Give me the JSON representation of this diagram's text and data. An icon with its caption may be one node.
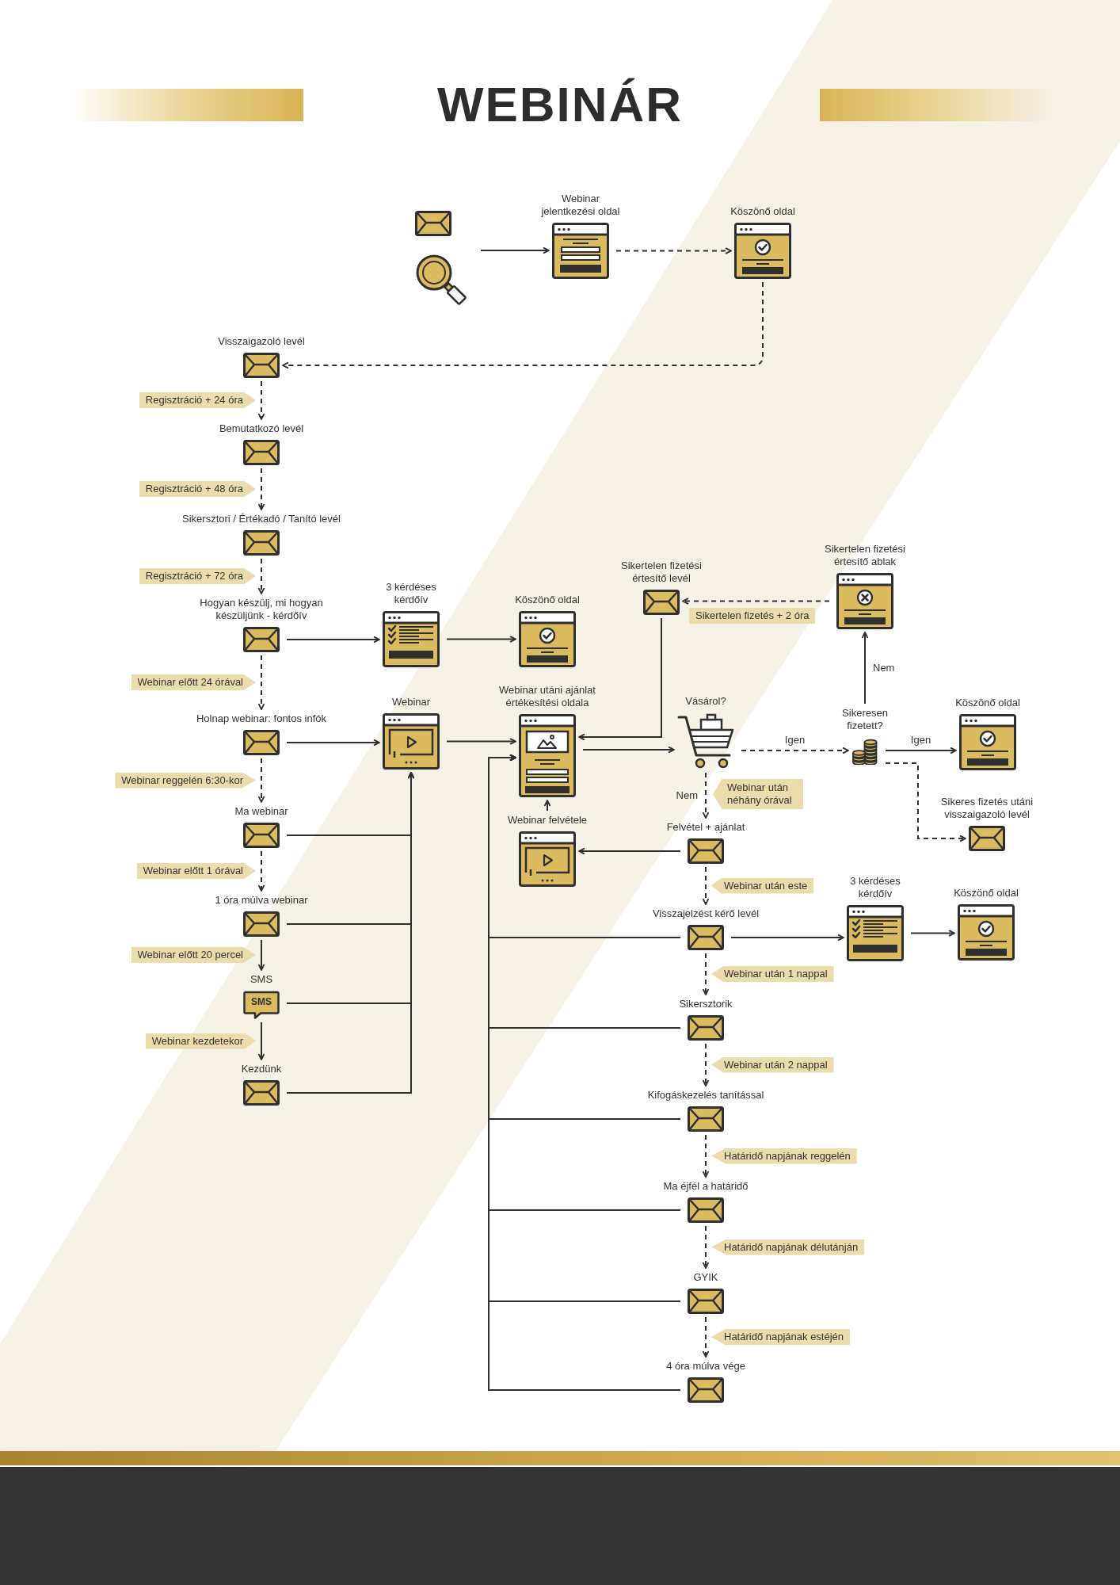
{
  "diagram": {
    "title": "WEBINÁR",
    "nodes": [
      {
        "text": [],
        "shape": "picture"
      },
      {
        "text": [
          "Webinar jelentkezési oldal"
        ]
      },
      {
        "text": [
          "Köszönő oldal"
        ]
      },
      {
        "text": [
          "Visszaigazoló levél"
        ]
      },
      {
        "text": [
          "Bemutatkozó levél"
        ]
      },
      {
        "text": [
          "Sikersztori / Értékadó / Tanító levél"
        ]
      },
      {
        "text": [
          "Hogyan készülj, mi hogyan készüljünk - kérdőív"
        ]
      },
      {
        "text": [
          "3 kérdéses kérdőív"
        ]
      },
      {
        "text": [
          "Köszönő oldal"
        ]
      },
      {
        "text": [
          "Sikertelen fizetési értesítő levél"
        ]
      },
      {
        "text": [
          "Sikertelen fizetési értesítő ablak"
        ]
      },
      {
        "text": [
          "Holnap webinar: fontos infók"
        ]
      },
      {
        "text": [
          "Webinar"
        ]
      },
      {
        "text": [
          "Webinar utáni ajánlat értékesítési oldala"
        ]
      },
      {
        "text": [
          "Vásárol?"
        ]
      },
      {
        "text": [
          "Sikeresen fizetett?"
        ]
      },
      {
        "text": [
          "Köszönő oldal"
        ]
      },
      {
        "text": [
          "Webinar felvétele"
        ]
      },
      {
        "text": [
          "Sikeres fizetés utáni visszaigazoló levél"
        ]
      },
      {
        "text": [
          "Ma webinar"
        ]
      },
      {
        "text": [
          "Felvétel + ajánlat"
        ]
      },
      {
        "text": [
          "1 óra múlva webinar"
        ]
      },
      {
        "text": [
          "Visszajelzést kérő levél"
        ]
      },
      {
        "text": [
          "3 kérdéses kérdőív"
        ]
      },
      {
        "text": [
          "Köszönő oldal"
        ]
      },
      {
        "text": [
          "SMS",
          "SMS"
        ]
      },
      {
        "text": [
          "Sikersztorik"
        ]
      },
      {
        "text": [
          "Kezdünk"
        ]
      },
      {
        "text": [
          "Kifogáskezelés tanítással"
        ]
      },
      {
        "text": [
          "Ma éjfél a határidő"
        ]
      },
      {
        "text": [
          "GYIK"
        ]
      },
      {
        "text": [
          "4 óra múlva vége"
        ]
      }
    ],
    "edges": [
      {
        "from": 0,
        "to": 1,
        "arrow": "to"
      },
      {
        "from": 1,
        "to": 2,
        "arrow": "to",
        "style": "dashed"
      },
      {
        "from": 2,
        "to": 3,
        "arrow": "to",
        "style": "dashed"
      },
      {
        "from": 3,
        "to": 4,
        "arrow": "to",
        "style": "dashed",
        "label": "Regisztráció + 24 óra"
      },
      {
        "from": 4,
        "to": 5,
        "arrow": "to",
        "style": "dashed",
        "label": "Regisztráció + 48 óra"
      },
      {
        "from": 5,
        "to": 6,
        "arrow": "to",
        "style": "dashed",
        "label": "Regisztráció + 72 óra"
      },
      {
        "from": 6,
        "to": 7,
        "arrow": "to"
      },
      {
        "from": 7,
        "to": 8,
        "arrow": "to"
      },
      {
        "from": 6,
        "to": 11,
        "arrow": "to",
        "style": "dashed",
        "label": "Webinar előtt 24 órával"
      },
      {
        "from": 10,
        "to": 9,
        "arrow": "to",
        "style": "dashed",
        "label": "Sikertelen fizetés + 2 óra"
      },
      {
        "from": 9,
        "to": 13,
        "arrow": "to"
      },
      {
        "from": 11,
        "to": 12,
        "arrow": "to"
      },
      {
        "from": 12,
        "to": 13,
        "arrow": "to"
      },
      {
        "from": 13,
        "to": 14,
        "arrow": "to"
      },
      {
        "from": 14,
        "to": 15,
        "arrow": "to",
        "style": "dashed",
        "label": "Igen"
      },
      {
        "from": 15,
        "to": 10,
        "arrow": "to",
        "label": "Nem"
      },
      {
        "from": 15,
        "to": 16,
        "arrow": "to",
        "label": "Igen"
      },
      {
        "from": 15,
        "to": 18,
        "arrow": "to",
        "style": "dashed"
      },
      {
        "from": 14,
        "to": 20,
        "arrow": "to",
        "style": "dashed",
        "label": "Nem"
      },
      {
        "from": 17,
        "to": 13,
        "arrow": "to"
      },
      {
        "from": 20,
        "to": 17,
        "arrow": "to"
      },
      {
        "from": 11,
        "to": 19,
        "arrow": "to",
        "style": "dashed",
        "label": "Webinar reggelén 6:30-kor"
      },
      {
        "from": 19,
        "to": 12,
        "arrow": "to"
      },
      {
        "from": 19,
        "to": 21,
        "arrow": "to",
        "style": "dashed",
        "label": "Webinar előtt 1 órával"
      },
      {
        "from": 21,
        "to": 12,
        "arrow": "to"
      },
      {
        "from": 21,
        "to": 25,
        "arrow": "to",
        "label": "Webinar előtt 20 percel"
      },
      {
        "from": 25,
        "to": 12,
        "arrow": "to"
      },
      {
        "from": 25,
        "to": 27,
        "arrow": "to",
        "label": "Webinar kezdetekor"
      },
      {
        "from": 27,
        "to": 12,
        "arrow": "to"
      },
      {
        "from": 20,
        "to": 22,
        "arrow": "to",
        "style": "dashed",
        "label": "Webinar után este"
      },
      {
        "from": 22,
        "to": 23,
        "arrow": "to"
      },
      {
        "from": 23,
        "to": 24,
        "arrow": "to"
      },
      {
        "from": 22,
        "to": 13,
        "arrow": "to"
      },
      {
        "from": 22,
        "to": 26,
        "arrow": "to",
        "style": "dashed",
        "label": "Webinar után 1 nappal"
      },
      {
        "from": 26,
        "to": 13,
        "arrow": "to"
      },
      {
        "from": 26,
        "to": 28,
        "arrow": "to",
        "style": "dashed",
        "label": "Webinar után 2 nappal"
      },
      {
        "from": 28,
        "to": 13,
        "arrow": "to"
      },
      {
        "from": 28,
        "to": 29,
        "arrow": "to",
        "style": "dashed",
        "label": "Határidő napjának reggelén"
      },
      {
        "from": 29,
        "to": 13,
        "arrow": "to"
      },
      {
        "from": 29,
        "to": 30,
        "arrow": "to",
        "style": "dashed",
        "label": "Határidő napjának délutánján"
      },
      {
        "from": 30,
        "to": 13,
        "arrow": "to"
      },
      {
        "from": 30,
        "to": 31,
        "arrow": "to",
        "style": "dashed",
        "label": "Határidő napjának estéjén"
      },
      {
        "from": 31,
        "to": 13,
        "arrow": "to"
      }
    ],
    "labels": [
      "Webinar után néhány órával"
    ]
  }
}
